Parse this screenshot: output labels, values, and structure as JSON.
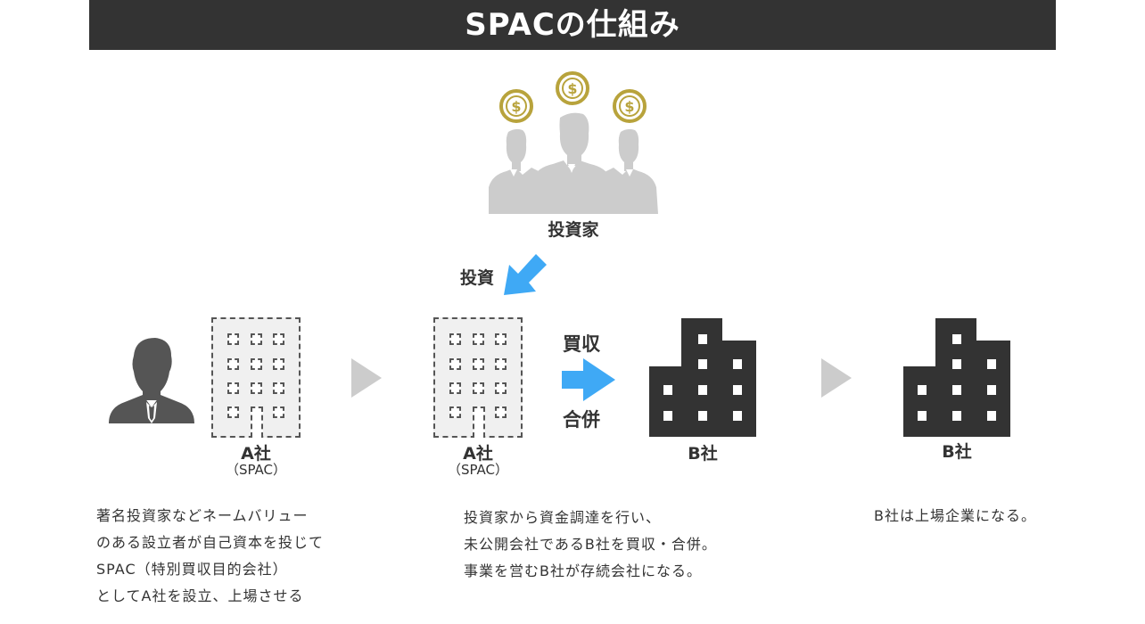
{
  "title": "SPACの仕組み",
  "investors": {
    "label": "投資家",
    "coin_icon": "dollar-coin-icon",
    "coin_color": "#b8a33c",
    "silhouette_color": "#cccccc"
  },
  "invest_arrow": {
    "label": "投資",
    "color": "#3fa9f5"
  },
  "step1": {
    "founder_icon": "businessman-icon",
    "company_name": "A社",
    "company_sub": "（SPAC）",
    "description": [
      "著名投資家などネームバリュー",
      "のある設立者が自己資本を投じて",
      "SPAC（特別買収目的会社）",
      "としてA社を設立、上場させる"
    ]
  },
  "step2": {
    "company_name": "A社",
    "company_sub": "（SPAC）",
    "action_top": "買収",
    "action_bottom": "合併",
    "target_name": "B社",
    "description": [
      "投資家から資金調達を行い、",
      "未公開会社であるB社を買収・合併。",
      "事業を営むB社が存続会社になる。"
    ]
  },
  "step3": {
    "company_name": "B社",
    "description": [
      "B社は上場企業になる。"
    ]
  },
  "colors": {
    "dark": "#333333",
    "arrow_blue": "#3fa9f5",
    "step_arrow": "#cccccc"
  }
}
